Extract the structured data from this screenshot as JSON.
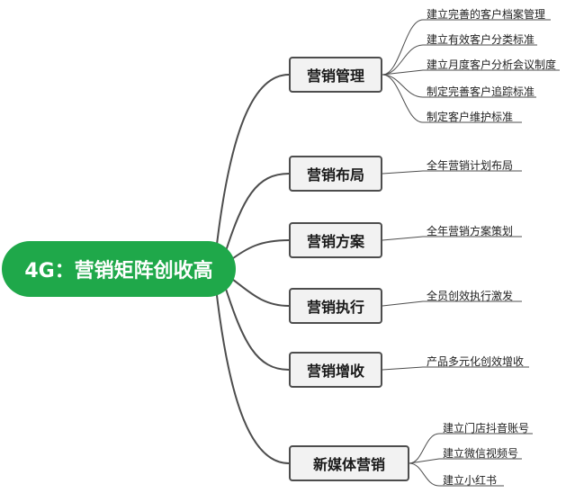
{
  "root": {
    "label": "4G：营销矩阵创收高"
  },
  "branches": [
    {
      "label": "营销管理",
      "leaves": [
        "建立完善的客户档案管理",
        "建立有效客户分类标准",
        "建立月度客户分析会议制度",
        "制定完善客户追踪标准",
        "制定客户维护标准"
      ]
    },
    {
      "label": "营销布局",
      "leaves": [
        "全年营销计划布局"
      ]
    },
    {
      "label": "营销方案",
      "leaves": [
        "全年营销方案策划"
      ]
    },
    {
      "label": "营销执行",
      "leaves": [
        "全员创效执行激发"
      ]
    },
    {
      "label": "营销增收",
      "leaves": [
        "产品多元化创效增收"
      ]
    },
    {
      "label": "新媒体营销",
      "leaves": [
        "建立门店抖音账号",
        "建立微信视频号",
        "建立小红书"
      ]
    }
  ],
  "colors": {
    "root_fill": "#1fa84a",
    "line": "#4d4d4d",
    "branch_fill": "#f2f2f2"
  }
}
